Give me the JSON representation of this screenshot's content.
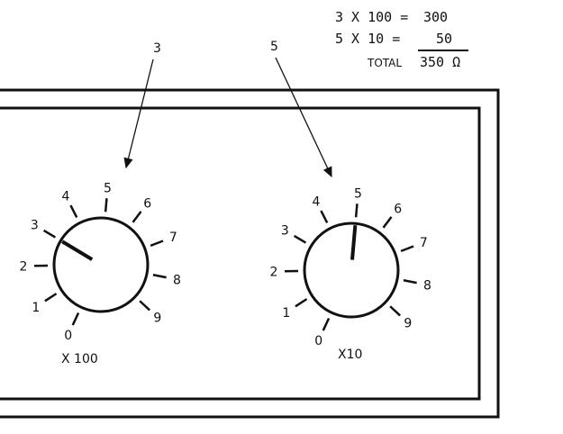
{
  "calc": {
    "line1_left": "3 X 100 =",
    "line1_right": "300",
    "line2_left": "5 X 10  =",
    "line2_right": "50",
    "total_label": "TOTAL",
    "total_value": "350 Ω"
  },
  "dial_left": {
    "multiplier": "X 100",
    "pointer_callout": "3",
    "selected": 3,
    "ticks": [
      "0",
      "1",
      "2",
      "3",
      "4",
      "5",
      "6",
      "7",
      "8",
      "9"
    ]
  },
  "dial_right": {
    "multiplier": "X10",
    "pointer_callout": "5",
    "selected": 5,
    "ticks": [
      "0",
      "1",
      "2",
      "3",
      "4",
      "5",
      "6",
      "7",
      "8",
      "9"
    ]
  },
  "colors": {
    "ink": "#111111",
    "paper": "#ffffff"
  },
  "icons": {
    "arrow": "arrowhead"
  }
}
